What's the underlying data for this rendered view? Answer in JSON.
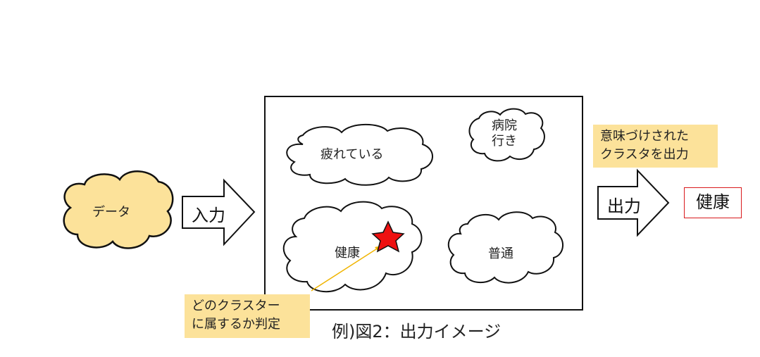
{
  "input_cloud": {
    "label": "データ"
  },
  "input_arrow": {
    "label": "入力"
  },
  "clusters": [
    {
      "label": "疲れている"
    },
    {
      "label": "病院\n行き"
    },
    {
      "label": "健康"
    },
    {
      "label": "普通"
    }
  ],
  "note_belongs": {
    "line1": "どのクラスター",
    "line2": "に属するか判定"
  },
  "note_semantic": {
    "line1": "意味づけされた",
    "line2": "クラスタを出力"
  },
  "output_arrow": {
    "label": "出力"
  },
  "result": {
    "label": "健康"
  },
  "caption": "例)図2：出力イメージ",
  "colors": {
    "data_cloud_fill": "#fce29a",
    "note_fill": "#fce29a",
    "star_fill": "#ee1111",
    "result_border": "#d9191c",
    "pointer_line": "#f0b400"
  }
}
